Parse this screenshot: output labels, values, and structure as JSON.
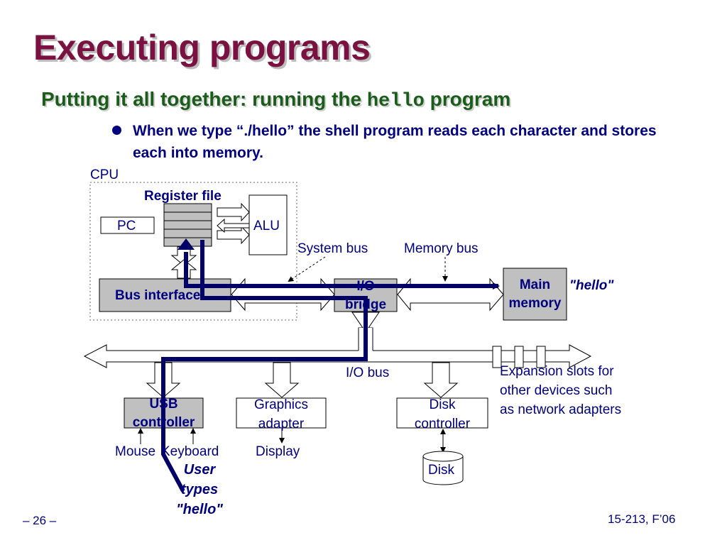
{
  "slide": {
    "title": "Executing programs",
    "subtitle_prefix": "Putting it all together:  running the ",
    "subtitle_code": "hello",
    "subtitle_suffix": " program",
    "bullet": "When we type “./hello” the shell program reads each character and stores each into memory.",
    "page_number": "– 26 –",
    "course": "15-213, F’06"
  },
  "diagram": {
    "cpu_label": "CPU",
    "register_file_label": "Register file",
    "pc_label": "PC",
    "alu_label": "ALU",
    "bus_interface_label": "Bus interface",
    "system_bus_label": "System bus",
    "memory_bus_label": "Memory bus",
    "io_bridge_line1": "I/O",
    "io_bridge_line2": "bridge",
    "main_memory_line1": "Main",
    "main_memory_line2": "memory",
    "hello_in_memory": "\"hello\"",
    "io_bus_label": "I/O bus",
    "expansion_line1": "Expansion slots for",
    "expansion_line2": "other devices such",
    "expansion_line3": "as network adapters",
    "usb_line1": "USB",
    "usb_line2": "controller",
    "graphics_line1": "Graphics",
    "graphics_line2": "adapter",
    "disk_ctrl_line1": "Disk",
    "disk_ctrl_line2": "controller",
    "mouse_label": "Mouse",
    "keyboard_label": "Keyboard",
    "display_label": "Display",
    "disk_label": "Disk",
    "user_types_line1": "User",
    "user_types_line2": "types",
    "user_types_line3": "\"hello\"",
    "colors": {
      "title": "#7a1140",
      "subtitle": "#1a5c1a",
      "text": "#000080",
      "path": "#000066",
      "box_fill": "#c0c0c0"
    }
  }
}
